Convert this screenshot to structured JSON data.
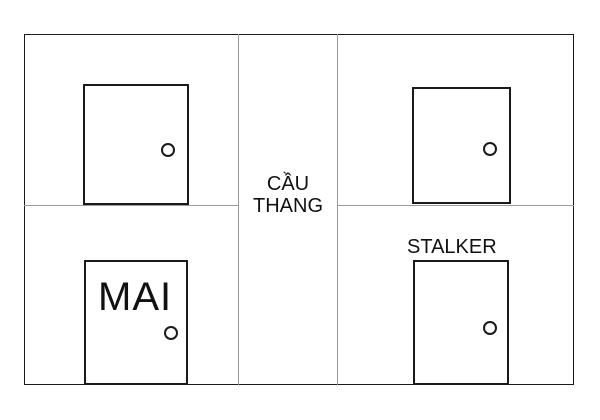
{
  "floor_plan": {
    "stairs_label_line1": "CẦU",
    "stairs_label_line2": "THANG",
    "rooms": {
      "top_left": {
        "label": ""
      },
      "top_right": {
        "label": ""
      },
      "bottom_left": {
        "label": "MAI"
      },
      "bottom_right": {
        "label": "STALKER"
      }
    }
  },
  "colors": {
    "wall": "#1a1a1a",
    "divider": "#9a9a9a",
    "background": "#ffffff"
  },
  "icons": [
    "door-icon",
    "door-knob-icon"
  ]
}
